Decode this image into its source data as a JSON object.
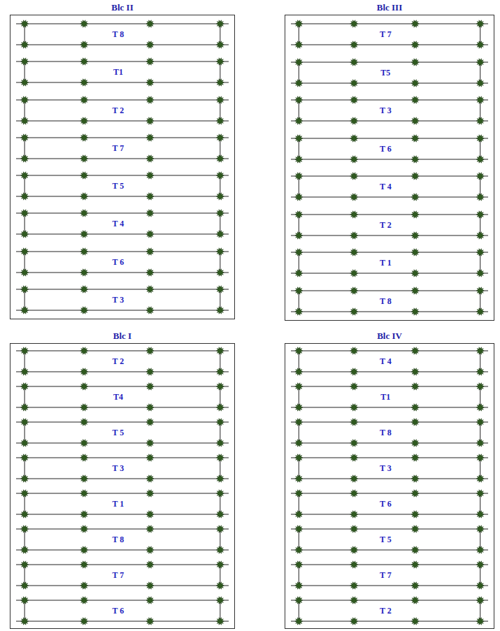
{
  "diagram": {
    "nodes": [
      {
        "text": [
          "Blc II"
        ]
      },
      {
        "text": [
          "T 8"
        ],
        "in": 0
      },
      {
        "text": [
          "T1"
        ],
        "in": 0
      },
      {
        "text": [
          "T 2"
        ],
        "in": 0
      },
      {
        "text": [
          "T 7"
        ],
        "in": 0
      },
      {
        "text": [
          "T 5"
        ],
        "in": 0
      },
      {
        "text": [
          "T 4"
        ],
        "in": 0
      },
      {
        "text": [
          "T 6"
        ],
        "in": 0
      },
      {
        "text": [
          "T 3"
        ],
        "in": 0
      },
      {
        "text": [
          "Blc III"
        ]
      },
      {
        "text": [
          "T 7"
        ],
        "in": 9
      },
      {
        "text": [
          "T5"
        ],
        "in": 9
      },
      {
        "text": [
          "T 3"
        ],
        "in": 9
      },
      {
        "text": [
          "T 6"
        ],
        "in": 9
      },
      {
        "text": [
          "T 4"
        ],
        "in": 9
      },
      {
        "text": [
          "T 2"
        ],
        "in": 9
      },
      {
        "text": [
          "T 1"
        ],
        "in": 9
      },
      {
        "text": [
          "T 8"
        ],
        "in": 9
      },
      {
        "text": [
          "Blc I"
        ]
      },
      {
        "text": [
          "T 2"
        ],
        "in": 18
      },
      {
        "text": [
          "T4"
        ],
        "in": 18
      },
      {
        "text": [
          "T 5"
        ],
        "in": 18
      },
      {
        "text": [
          "T 3"
        ],
        "in": 18
      },
      {
        "text": [
          "T 1"
        ],
        "in": 18
      },
      {
        "text": [
          "T 8"
        ],
        "in": 18
      },
      {
        "text": [
          "T 7"
        ],
        "in": 18
      },
      {
        "text": [
          "T 6"
        ],
        "in": 18
      },
      {
        "text": [
          "Blc IV"
        ]
      },
      {
        "text": [
          "T 4"
        ],
        "in": 27
      },
      {
        "text": [
          "T1"
        ],
        "in": 27
      },
      {
        "text": [
          "T 8"
        ],
        "in": 27
      },
      {
        "text": [
          "T 3"
        ],
        "in": 27
      },
      {
        "text": [
          "T 6"
        ],
        "in": 27
      },
      {
        "text": [
          "T 5"
        ],
        "in": 27
      },
      {
        "text": [
          "T 7"
        ],
        "in": 27
      },
      {
        "text": [
          "T 2"
        ],
        "in": 27
      }
    ]
  }
}
